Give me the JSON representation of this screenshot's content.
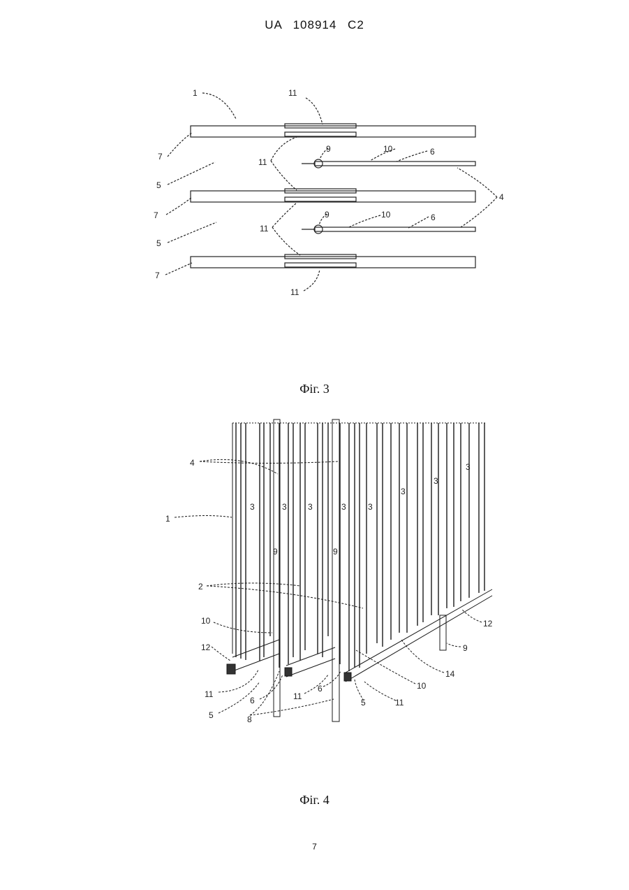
{
  "header": {
    "doc_id": "UA   108914   C2"
  },
  "fig3": {
    "caption": "Фіг. 3",
    "labels": {
      "l1": "1",
      "l11_top": "11",
      "l7_a": "7",
      "l11_a": "11",
      "l9_a": "9",
      "l10_a": "10",
      "l6_a": "6",
      "l5_a": "5",
      "l4": "4",
      "l7_b": "7",
      "l9_b": "9",
      "l10_b": "10",
      "l6_b": "6",
      "l11_b": "11",
      "l5_b": "5",
      "l7_c": "7",
      "l11_bot": "11"
    }
  },
  "fig4": {
    "caption": "Фіг. 4",
    "labels": {
      "l4": "4",
      "l1": "1",
      "l2": "2",
      "l10_a": "10",
      "l12_a": "12",
      "l11_a": "11",
      "l5_a": "5",
      "l8": "8",
      "l6_a": "6",
      "l11_b": "11",
      "l6_b": "6",
      "l5_b": "5",
      "l11_c": "11",
      "l10_b": "10",
      "l14": "14",
      "l9": "9",
      "l12_b": "12"
    },
    "panel_marks": {
      "m3_a": "3",
      "m3_b": "3",
      "m3_c": "3",
      "m3_d": "3",
      "m3_e": "3",
      "m3_f": "3",
      "m3_g": "3",
      "m3_h": "3",
      "m9_a": "9",
      "m9_b": "9"
    }
  },
  "page_number": "7"
}
